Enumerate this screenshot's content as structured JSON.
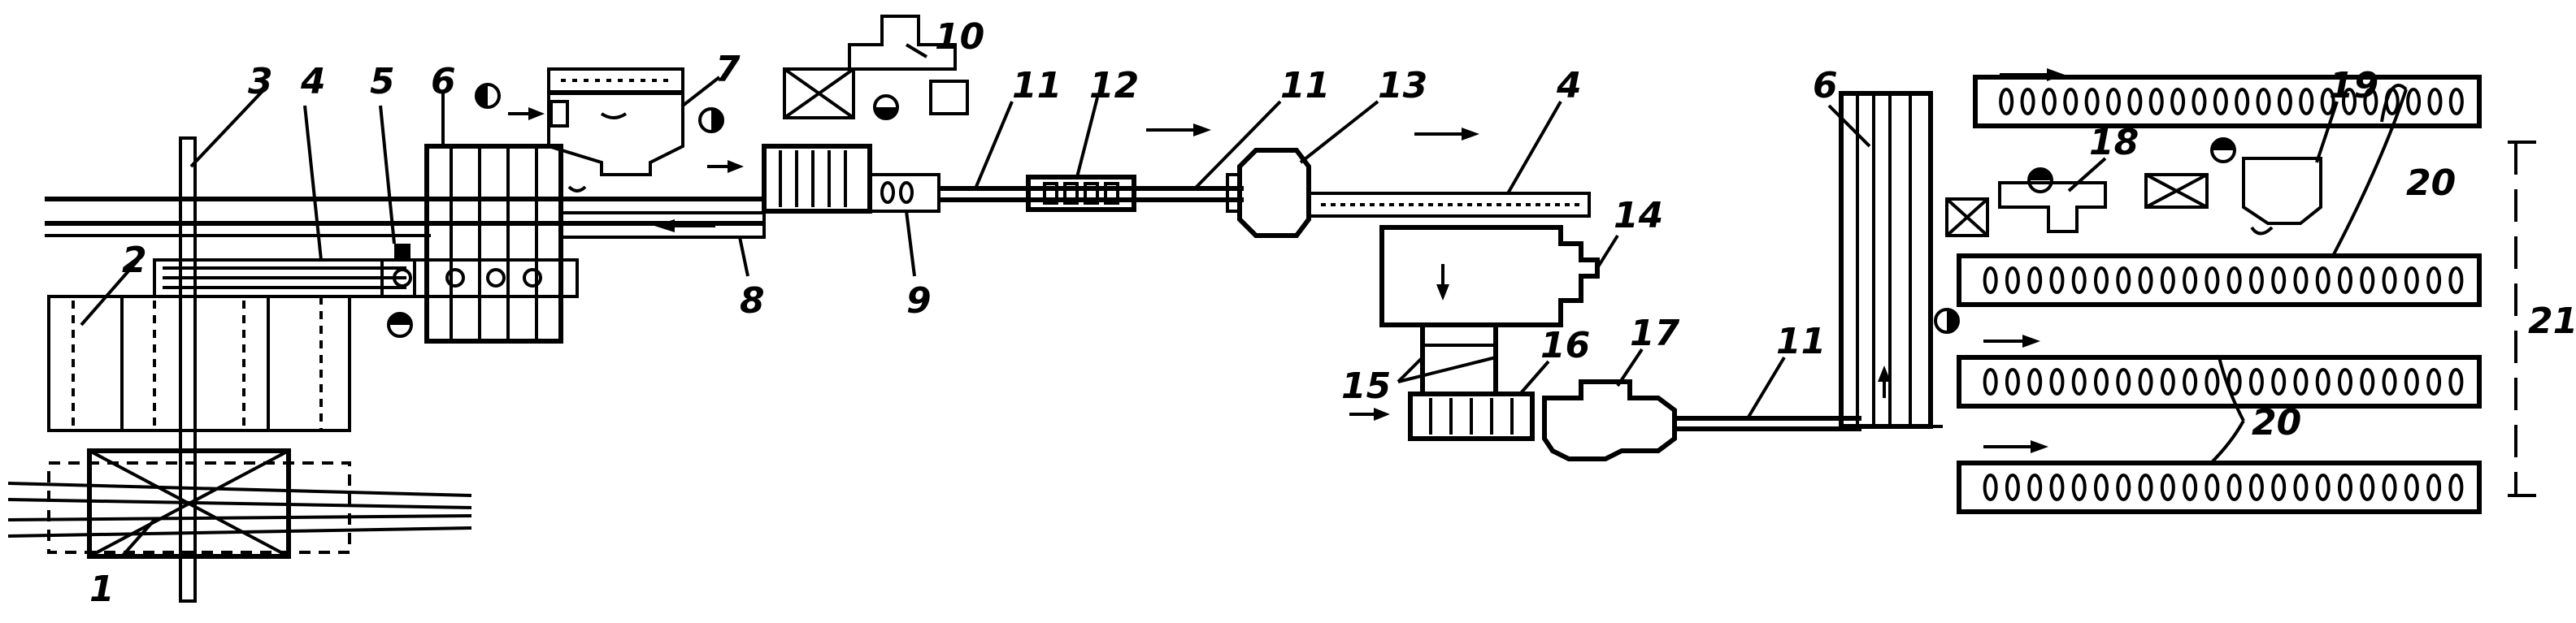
{
  "labels": {
    "l1": "1",
    "l2": "2",
    "l3": "3",
    "l4a": "4",
    "l4b": "4",
    "l5": "5",
    "l6a": "6",
    "l6b": "6",
    "l7": "7",
    "l8": "8",
    "l9": "9",
    "l10": "10",
    "l11a": "11",
    "l11b": "11",
    "l11c": "11",
    "l12": "12",
    "l13": "13",
    "l14": "14",
    "l15": "15",
    "l16": "16",
    "l17": "17",
    "l18": "18",
    "l19": "19",
    "l20a": "20",
    "l20b": "20",
    "l21": "21"
  },
  "colors": {
    "ink": "#000000",
    "paper": "#ffffff"
  }
}
